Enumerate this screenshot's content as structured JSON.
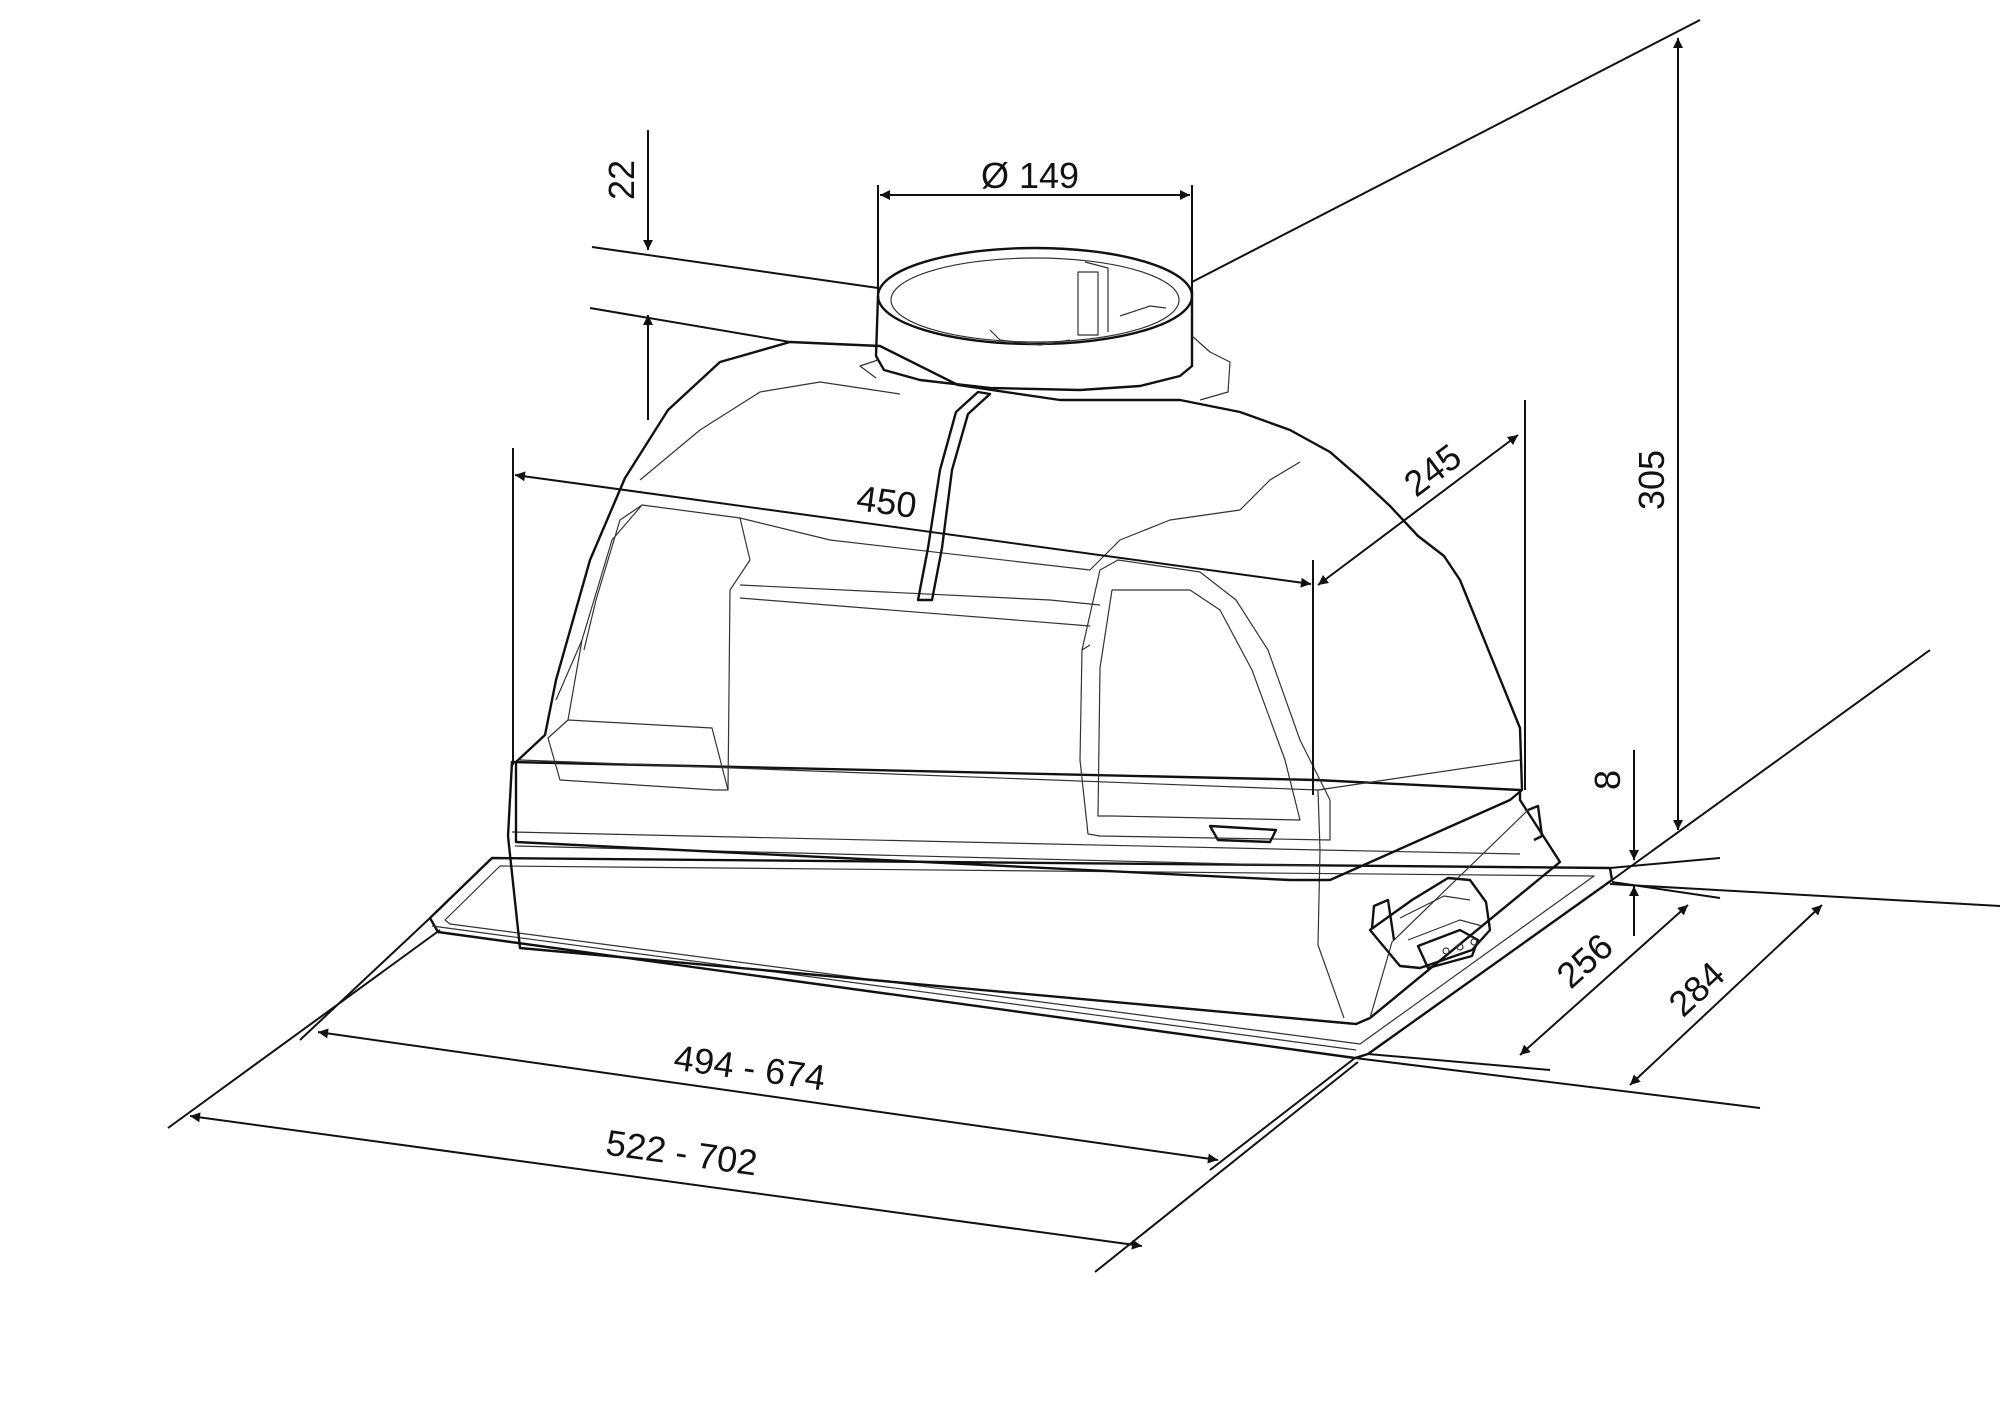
{
  "dimensions": {
    "duct_diameter": "Ø 149",
    "spigot_height": "22",
    "total_height": "305",
    "body_width": "450",
    "body_depth": "245",
    "flange_thickness": "8",
    "inner_depth": "256",
    "outer_depth": "284",
    "inner_width": "494 - 674",
    "outer_width": "522 - 702"
  }
}
